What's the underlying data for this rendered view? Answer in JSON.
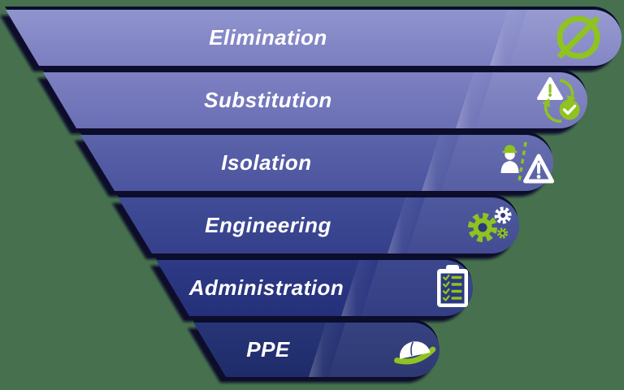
{
  "figure": {
    "name": "hierarchy-of-controls-inverted-pyramid",
    "levels": [
      {
        "label": "Elimination",
        "icon": "prohibition-icon",
        "color_top": "#9094ce",
        "color_bottom": "#7b7ec0"
      },
      {
        "label": "Substitution",
        "icon": "swap-warning-check-icon",
        "color_top": "#7d81c2",
        "color_bottom": "#6a6eb4"
      },
      {
        "label": "Isolation",
        "icon": "worker-barrier-hazard-icon",
        "color_top": "#5b63aa",
        "color_bottom": "#4b549e"
      },
      {
        "label": "Engineering",
        "icon": "gears-icon",
        "color_top": "#414d97",
        "color_bottom": "#353f8b"
      },
      {
        "label": "Administration",
        "icon": "checklist-clipboard-icon",
        "color_top": "#2e3a85",
        "color_bottom": "#25307a"
      },
      {
        "label": "PPE",
        "icon": "hard-hat-icon",
        "color_top": "#273578",
        "color_bottom": "#1f2b69"
      }
    ]
  },
  "colors": {
    "background": "#47714e",
    "accent_green": "#8fc31f",
    "shadow_navy": "#0a0e2c",
    "text": "#ffffff",
    "icon_inner_navy": "#2c3880"
  }
}
